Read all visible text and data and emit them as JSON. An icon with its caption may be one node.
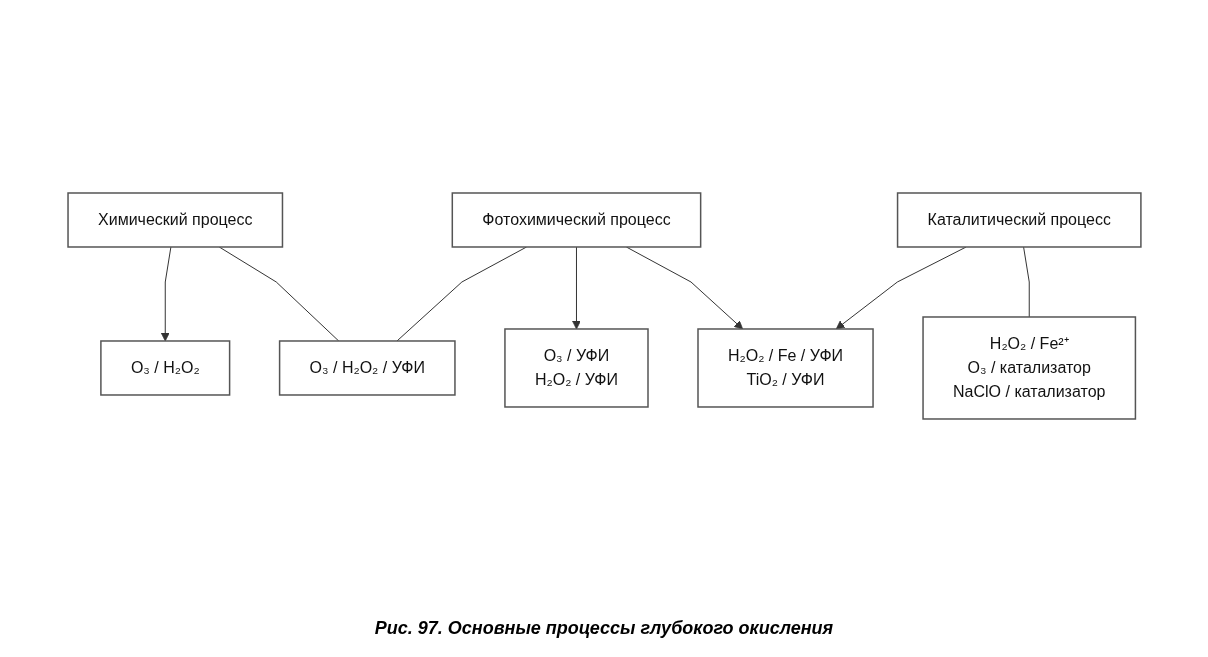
{
  "diagram": {
    "caption": "Рис. 97. Основные процессы глубокого окисления",
    "nodes": [
      {
        "text": [
          "Химический процесс"
        ]
      },
      {
        "text": [
          "Фотохимический процесс"
        ]
      },
      {
        "text": [
          "Каталитический процесс"
        ]
      },
      {
        "text": [
          "O₃ / H₂O₂"
        ]
      },
      {
        "text": [
          "O₃ / УФИ",
          "H₂O₂ / УФИ"
        ]
      },
      {
        "text": [
          "H₂O₂ / Fe²⁺",
          "O₃ / катализатор",
          "NaClO / катализатор"
        ]
      },
      {
        "text": [
          "O₃ / H₂O₂ / УФИ"
        ]
      },
      {
        "text": [
          "H₂O₂ / Fe / УФИ",
          "TiO₂ / УФИ"
        ]
      }
    ],
    "edges": [
      {
        "from": 0,
        "to": 3,
        "arrow": "to"
      },
      {
        "from": 1,
        "to": 4,
        "arrow": "to"
      },
      {
        "from": 2,
        "to": 5,
        "arrow": "none"
      },
      {
        "from": 0,
        "to": 6,
        "arrow": "none"
      },
      {
        "from": 1,
        "to": 6,
        "arrow": "none"
      },
      {
        "from": 1,
        "to": 7,
        "arrow": "to"
      },
      {
        "from": 2,
        "to": 7,
        "arrow": "to"
      }
    ]
  }
}
